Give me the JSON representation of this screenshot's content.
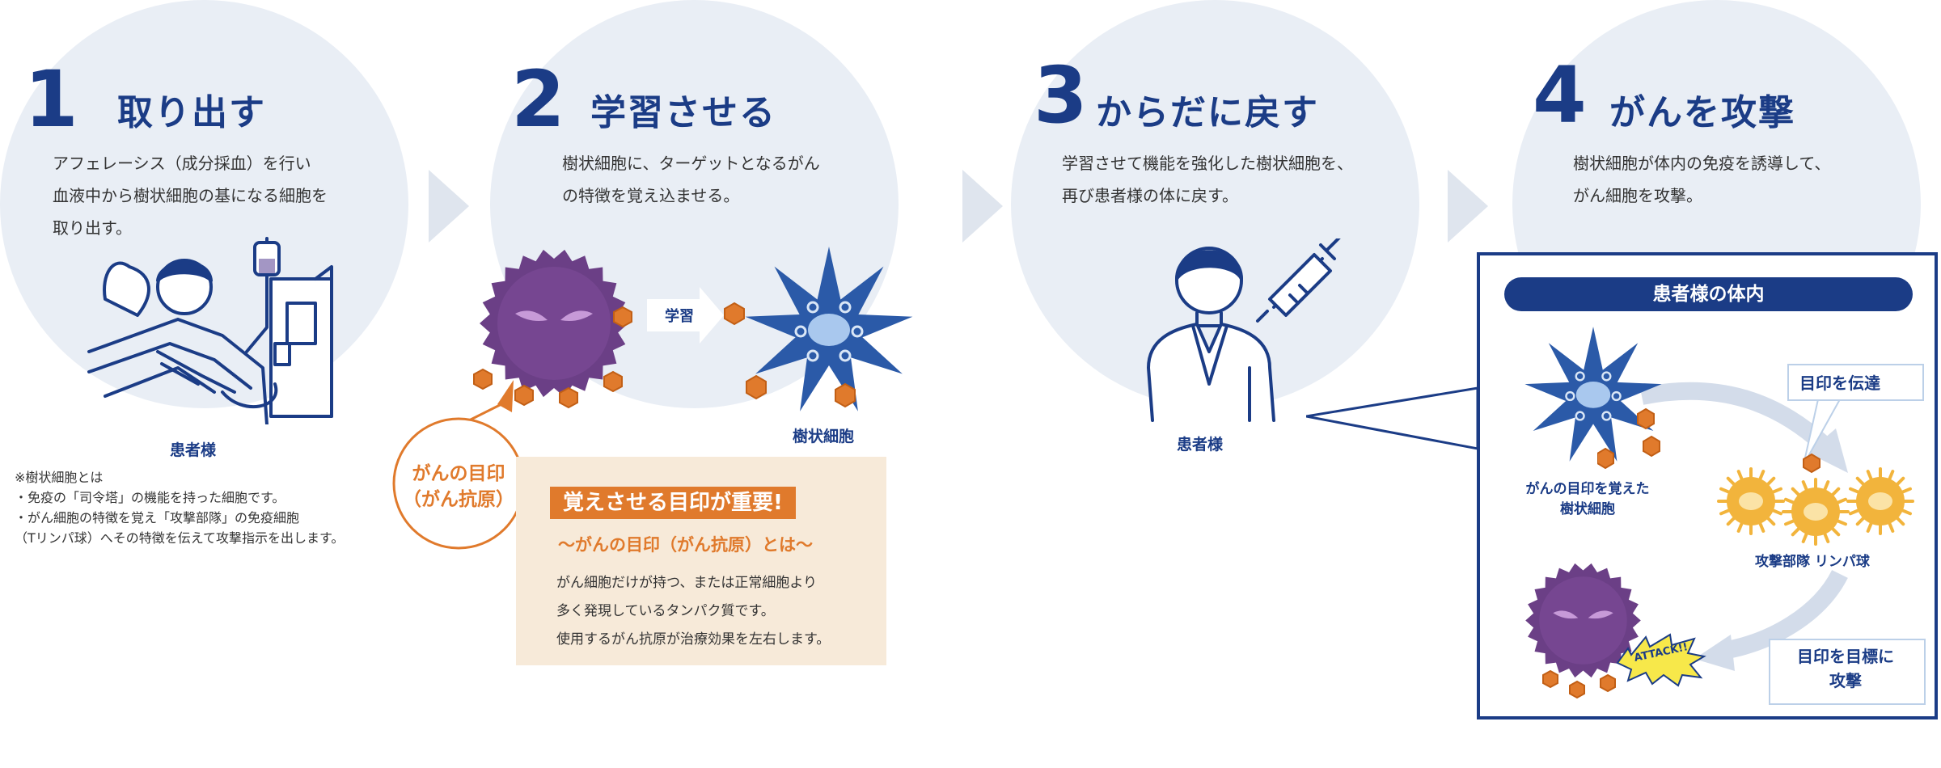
{
  "steps": [
    {
      "number": "1",
      "title": "取り出す",
      "desc": [
        "アフェレーシス（成分採血）を行い",
        "血液中から樹状細胞の基になる細胞を",
        "取り出す。"
      ],
      "figure_label": "患者様"
    },
    {
      "number": "2",
      "title": "学習させる",
      "desc": [
        "樹状細胞に、ターゲットとなるがん",
        "の特徴を覚え込ませる。"
      ],
      "figure_label": "樹状細胞",
      "arrow_label": "学習"
    },
    {
      "number": "3",
      "title": "からだに戻す",
      "desc": [
        "学習させて機能を強化した樹状細胞を、",
        "再び患者様の体に戻す。"
      ],
      "figure_label": "患者様"
    },
    {
      "number": "4",
      "title": "がんを攻撃",
      "desc": [
        "樹状細胞が体内の免疫を誘導して、",
        "がん細胞を攻撃。"
      ]
    }
  ],
  "dendritic_note": [
    "※樹状細胞とは",
    "・免疫の「司令塔」の機能を持った細胞です。",
    "・がん細胞の特徴を覚え「攻撃部隊」の免疫細胞",
    "（Tリンパ球）へその特徴を伝えて攻撃指示を出します。"
  ],
  "antigen_bubble": {
    "line1": "がんの目印",
    "line2": "（がん抗原）"
  },
  "important_box": {
    "header": "覚えさせる目印が重要!",
    "subheader": "～がんの目印（がん抗原）とは～",
    "body": [
      "がん細胞だけが持つ、または正常細胞より",
      "多く発現しているタンパク質です。",
      "使用するがん抗原が治療効果を左右します。"
    ]
  },
  "body_panel": {
    "title": "患者様の体内",
    "dendritic_label": [
      "がんの目印を覚えた",
      "樹状細胞"
    ],
    "convey_label": "目印を伝達",
    "lymph_label": "攻撃部隊 リンパ球",
    "attack_label": [
      "目印を目標に",
      "攻撃"
    ],
    "attack_text": "ATTACK!!"
  },
  "colors": {
    "navy": "#1b3c86",
    "circle": "#e9eef5",
    "orange": "#e07a2c",
    "cream": "#f7ead9",
    "purple": "#6b3f86",
    "blue_cell": "#2b5aa8",
    "yellow": "#f2b43c",
    "arrow_gray": "#dfe5ee"
  }
}
